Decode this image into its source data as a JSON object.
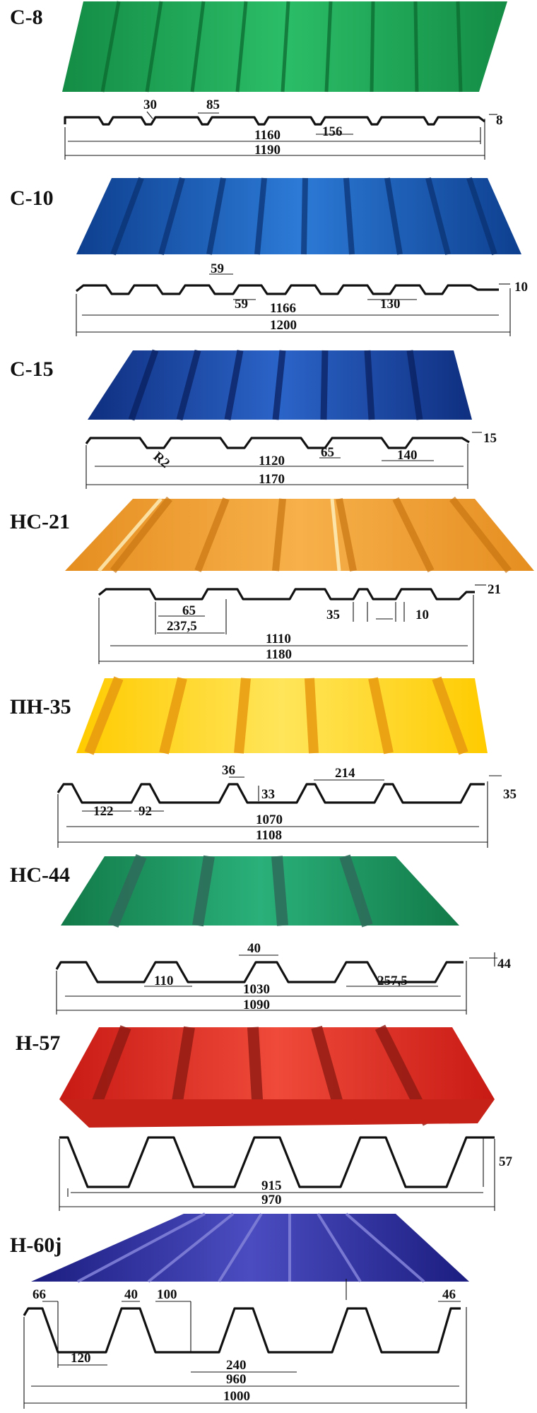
{
  "profiles": [
    {
      "label": "С-8",
      "color": "#1fa055",
      "height": "8",
      "width_useful": "1160",
      "width_total": "1190",
      "dims": [
        "30",
        "85",
        "156"
      ]
    },
    {
      "label": "С-10",
      "color": "#1d63b8",
      "height": "10",
      "width_useful": "1166",
      "width_total": "1200",
      "dims": [
        "59",
        "59",
        "130"
      ]
    },
    {
      "label": "С-15",
      "color": "#1f4fa8",
      "height": "15",
      "width_useful": "1120",
      "width_total": "1170",
      "dims": [
        "R2",
        "65",
        "140"
      ]
    },
    {
      "label": "НС-21",
      "color": "#f2a030",
      "height": "21",
      "width_useful": "1110",
      "width_total": "1180",
      "dims": [
        "65",
        "237,5",
        "35",
        "10"
      ]
    },
    {
      "label": "ПН-35",
      "color": "#ffd21a",
      "height": "35",
      "width_useful": "1070",
      "width_total": "1108",
      "dims": [
        "36",
        "214",
        "33",
        "122",
        "92"
      ]
    },
    {
      "label": "НС-44",
      "color": "#1f9960",
      "height": "44",
      "width_useful": "1030",
      "width_total": "1090",
      "dims": [
        "40",
        "110",
        "257,5"
      ]
    },
    {
      "label": "Н-57",
      "color": "#e02a20",
      "height": "57",
      "width_useful": "915",
      "width_total": "970",
      "dims": []
    },
    {
      "label": "Н-60j",
      "color": "#2c2d9a",
      "height": "46",
      "width_useful": "960",
      "width_total": "1000",
      "dims": [
        "66",
        "40",
        "100",
        "120",
        "240"
      ]
    }
  ]
}
